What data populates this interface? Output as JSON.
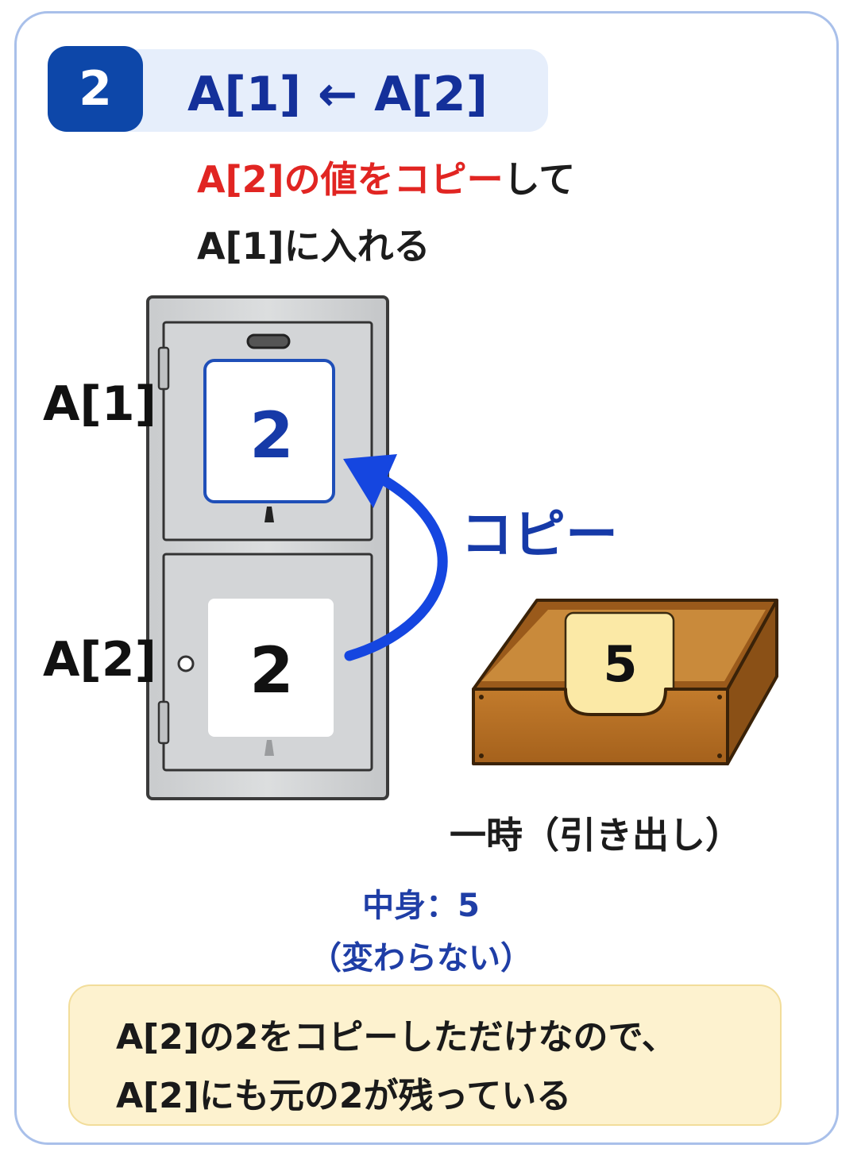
{
  "step": {
    "number": "2",
    "title": "A[1] ← A[2]"
  },
  "description": {
    "line1_red": "A[2]の値をコピー",
    "line1_rest": "して",
    "line2": "A[1]に入れる"
  },
  "locker": {
    "top_label": "A[1]",
    "top_value": "2",
    "bottom_label": "A[2]",
    "bottom_value": "2"
  },
  "arrow_label": "コピー",
  "drawer": {
    "card_value": "5",
    "label": "一時（引き出し）",
    "content_line1": "中身：5",
    "content_line2": "（変わらない）"
  },
  "note": {
    "line1": "A[2]の2をコピーしただけなので、",
    "line2": "A[2]にも元の2が残っている"
  },
  "colors": {
    "step_badge": "#0d47a9",
    "title_text": "#14309a",
    "highlight_red": "#e12522",
    "arrow_blue": "#1546e0",
    "drawer_wood": "#b46e22",
    "note_bg": "#fdf2cf"
  }
}
